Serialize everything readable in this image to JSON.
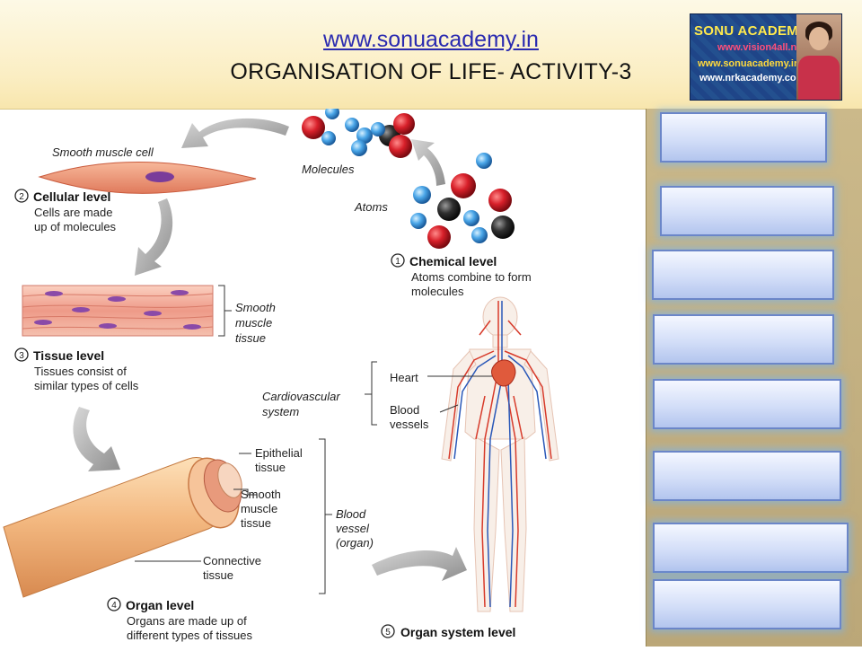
{
  "header": {
    "site_link": "www.sonuacademy.in",
    "title": "ORGANISATION OF LIFE- ACTIVITY-3"
  },
  "logo": {
    "brand": "SONU ACADEMY",
    "line1": "www.vision4all.net",
    "line2": "www.sonuacademy.in",
    "line3": "www.nrkacademy.com"
  },
  "figure": {
    "molecules": "Molecules",
    "atoms": "Atoms",
    "smooth_muscle_cell": "Smooth muscle cell",
    "levels": [
      {
        "num": "1",
        "name": "Chemical level",
        "desc1": "Atoms combine to form",
        "desc2": "molecules"
      },
      {
        "num": "2",
        "name": "Cellular level",
        "desc1": "Cells are made",
        "desc2": "up of molecules"
      },
      {
        "num": "3",
        "name": "Tissue level",
        "desc1": "Tissues consist of",
        "desc2": "similar types of cells"
      },
      {
        "num": "4",
        "name": "Organ level",
        "desc1": "Organs are made up of",
        "desc2": "different types of tissues"
      },
      {
        "num": "5",
        "name": "Organ system level",
        "desc1": "",
        "desc2": ""
      }
    ],
    "smooth_muscle_tissue": [
      "Smooth",
      "muscle",
      "tissue"
    ],
    "vessel_labels": {
      "epithelial": [
        "Epithelial",
        "tissue"
      ],
      "smooth": [
        "Smooth",
        "muscle",
        "tissue"
      ],
      "connective": [
        "Connective",
        "tissue"
      ],
      "organ": [
        "Blood",
        "vessel",
        "(organ)"
      ]
    },
    "system_labels": {
      "system": [
        "Cardiovascular",
        "system"
      ],
      "heart": "Heart",
      "vessels": [
        "Blood",
        "vessels"
      ]
    }
  },
  "answer_boxes": [
    {
      "value": ""
    },
    {
      "value": ""
    },
    {
      "value": ""
    },
    {
      "value": ""
    },
    {
      "value": ""
    },
    {
      "value": ""
    },
    {
      "value": ""
    },
    {
      "value": ""
    }
  ]
}
